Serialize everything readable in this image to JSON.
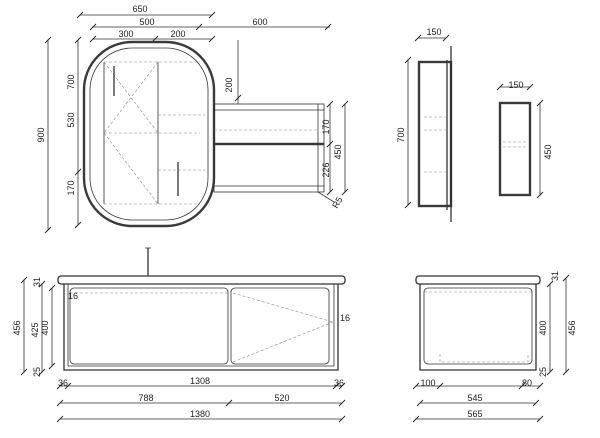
{
  "front_view": {
    "dims_top": [
      "650",
      "500",
      "300",
      "200",
      "600"
    ],
    "dims_left": [
      "900",
      "700",
      "530",
      "170"
    ],
    "dims_right": [
      "200",
      "170",
      "450",
      "226",
      "R5"
    ]
  },
  "side_view_mirror": {
    "depth": "150",
    "height": "700"
  },
  "side_view_cabinet": {
    "depth": "150",
    "height": "450"
  },
  "vanity_front": {
    "left_dims": [
      "456",
      "425",
      "400",
      "31",
      "25"
    ],
    "inner_labels": [
      "16",
      "16"
    ],
    "bottom_small": [
      "36",
      "1308",
      "36"
    ],
    "bottom_mid": [
      "788",
      "520"
    ],
    "bottom_total": "1380"
  },
  "vanity_side": {
    "right_dims": [
      "31",
      "400",
      "456",
      "25"
    ],
    "bottom_small": [
      "100",
      "80"
    ],
    "bottom_mid": "545",
    "bottom_total": "565"
  }
}
